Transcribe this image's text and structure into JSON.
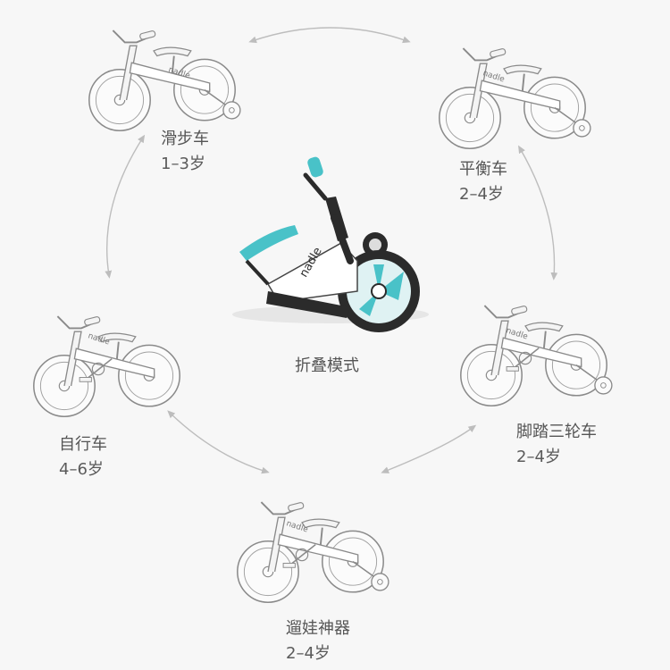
{
  "brand_text": "nadle",
  "modes": [
    {
      "name": "滑步车",
      "age": "1–3岁"
    },
    {
      "name": "平衡车",
      "age": "2–4岁"
    },
    {
      "name": "脚踏三轮车",
      "age": "2–4岁"
    },
    {
      "name": "遛娃神器",
      "age": "2–4岁"
    },
    {
      "name": "自行车",
      "age": "4–6岁"
    }
  ],
  "center": {
    "name": "折叠模式"
  },
  "colors": {
    "background": "#f7f7f7",
    "sketch": "#8a8a8a",
    "arrow": "#bdbdbd",
    "accent": "#49c2c8",
    "frame": "#2b2b2b",
    "text": "#555555"
  }
}
